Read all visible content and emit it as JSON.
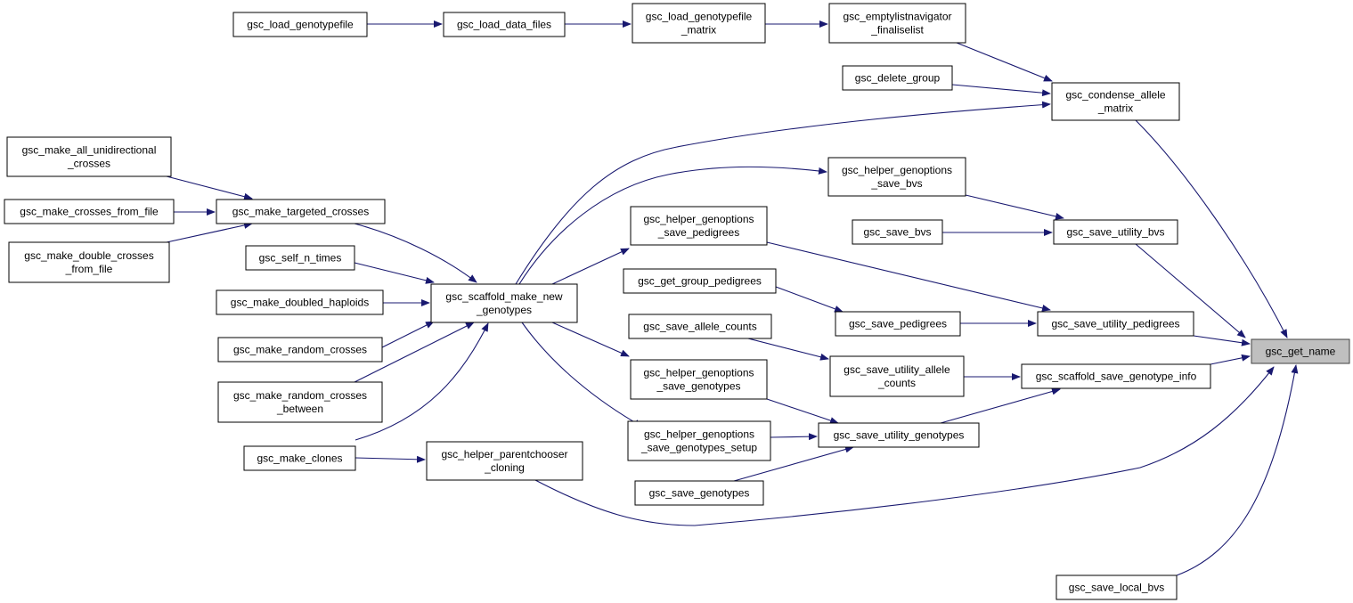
{
  "graph": {
    "colors": {
      "edge": "#191970",
      "node_fill": "#ffffff",
      "node_border": "#000000",
      "highlight_fill": "#bfbfbf"
    },
    "nodes": [
      {
        "id": "n1",
        "lines": [
          "gsc_load_genotypefile"
        ]
      },
      {
        "id": "n2",
        "lines": [
          "gsc_load_data_files"
        ]
      },
      {
        "id": "n3",
        "lines": [
          "gsc_load_genotypefile",
          "_matrix"
        ]
      },
      {
        "id": "n4",
        "lines": [
          "gsc_emptylistnavigator",
          "_finaliselist"
        ]
      },
      {
        "id": "n5",
        "lines": [
          "gsc_delete_group"
        ]
      },
      {
        "id": "n6",
        "lines": [
          "gsc_condense_allele",
          "_matrix"
        ]
      },
      {
        "id": "n7",
        "lines": [
          "gsc_make_all_unidirectional",
          "_crosses"
        ]
      },
      {
        "id": "n8",
        "lines": [
          "gsc_make_crosses_from_file"
        ]
      },
      {
        "id": "n9",
        "lines": [
          "gsc_make_targeted_crosses"
        ]
      },
      {
        "id": "n10",
        "lines": [
          "gsc_make_double_crosses",
          "_from_file"
        ]
      },
      {
        "id": "n11",
        "lines": [
          "gsc_helper_genoptions",
          "_save_bvs"
        ]
      },
      {
        "id": "n12",
        "lines": [
          "gsc_helper_genoptions",
          "_save_pedigrees"
        ]
      },
      {
        "id": "n13",
        "lines": [
          "gsc_save_bvs"
        ]
      },
      {
        "id": "n14",
        "lines": [
          "gsc_save_utility_bvs"
        ]
      },
      {
        "id": "n15",
        "lines": [
          "gsc_self_n_times"
        ]
      },
      {
        "id": "n16",
        "lines": [
          "gsc_get_group_pedigrees"
        ]
      },
      {
        "id": "n17",
        "lines": [
          "gsc_scaffold_make_new",
          "_genotypes"
        ]
      },
      {
        "id": "n18",
        "lines": [
          "gsc_make_doubled_haploids"
        ]
      },
      {
        "id": "n19",
        "lines": [
          "gsc_save_pedigrees"
        ]
      },
      {
        "id": "n20",
        "lines": [
          "gsc_save_utility_pedigrees"
        ]
      },
      {
        "id": "n21",
        "lines": [
          "gsc_save_allele_counts"
        ]
      },
      {
        "id": "n22",
        "lines": [
          "gsc_make_random_crosses"
        ]
      },
      {
        "id": "n23",
        "lines": [
          "gsc_get_name"
        ]
      },
      {
        "id": "n24",
        "lines": [
          "gsc_scaffold_save_genotype_info"
        ]
      },
      {
        "id": "n25",
        "lines": [
          "gsc_save_utility_allele",
          "_counts"
        ]
      },
      {
        "id": "n26",
        "lines": [
          "gsc_helper_genoptions",
          "_save_genotypes"
        ]
      },
      {
        "id": "n27",
        "lines": [
          "gsc_make_random_crosses",
          "_between"
        ]
      },
      {
        "id": "n28",
        "lines": [
          "gsc_helper_genoptions",
          "_save_genotypes_setup"
        ]
      },
      {
        "id": "n29",
        "lines": [
          "gsc_save_utility_genotypes"
        ]
      },
      {
        "id": "n30",
        "lines": [
          "gsc_make_clones"
        ]
      },
      {
        "id": "n31",
        "lines": [
          "gsc_helper_parentchooser",
          "_cloning"
        ]
      },
      {
        "id": "n32",
        "lines": [
          "gsc_save_genotypes"
        ]
      },
      {
        "id": "n33",
        "lines": [
          "gsc_save_local_bvs"
        ]
      }
    ],
    "edges": [
      {
        "from": "n1",
        "to": "n2"
      },
      {
        "from": "n2",
        "to": "n3"
      },
      {
        "from": "n3",
        "to": "n4"
      },
      {
        "from": "n4",
        "to": "n6"
      },
      {
        "from": "n5",
        "to": "n6"
      },
      {
        "from": "n17",
        "to": "n6"
      },
      {
        "from": "n6",
        "to": "n23"
      },
      {
        "from": "n7",
        "to": "n9"
      },
      {
        "from": "n8",
        "to": "n9"
      },
      {
        "from": "n10",
        "to": "n9"
      },
      {
        "from": "n9",
        "to": "n17"
      },
      {
        "from": "n15",
        "to": "n17"
      },
      {
        "from": "n18",
        "to": "n17"
      },
      {
        "from": "n22",
        "to": "n17"
      },
      {
        "from": "n27",
        "to": "n17"
      },
      {
        "from": "n30",
        "to": "n17"
      },
      {
        "from": "n17",
        "to": "n11"
      },
      {
        "from": "n17",
        "to": "n12"
      },
      {
        "from": "n17",
        "to": "n26"
      },
      {
        "from": "n17",
        "to": "n28"
      },
      {
        "from": "n11",
        "to": "n14"
      },
      {
        "from": "n13",
        "to": "n14"
      },
      {
        "from": "n14",
        "to": "n23"
      },
      {
        "from": "n12",
        "to": "n20"
      },
      {
        "from": "n16",
        "to": "n19"
      },
      {
        "from": "n19",
        "to": "n20"
      },
      {
        "from": "n20",
        "to": "n23"
      },
      {
        "from": "n21",
        "to": "n25"
      },
      {
        "from": "n25",
        "to": "n24"
      },
      {
        "from": "n24",
        "to": "n23"
      },
      {
        "from": "n26",
        "to": "n29"
      },
      {
        "from": "n28",
        "to": "n29"
      },
      {
        "from": "n32",
        "to": "n29"
      },
      {
        "from": "n29",
        "to": "n24"
      },
      {
        "from": "n30",
        "to": "n31"
      },
      {
        "from": "n31",
        "to": "n23"
      },
      {
        "from": "n33",
        "to": "n23"
      }
    ]
  }
}
